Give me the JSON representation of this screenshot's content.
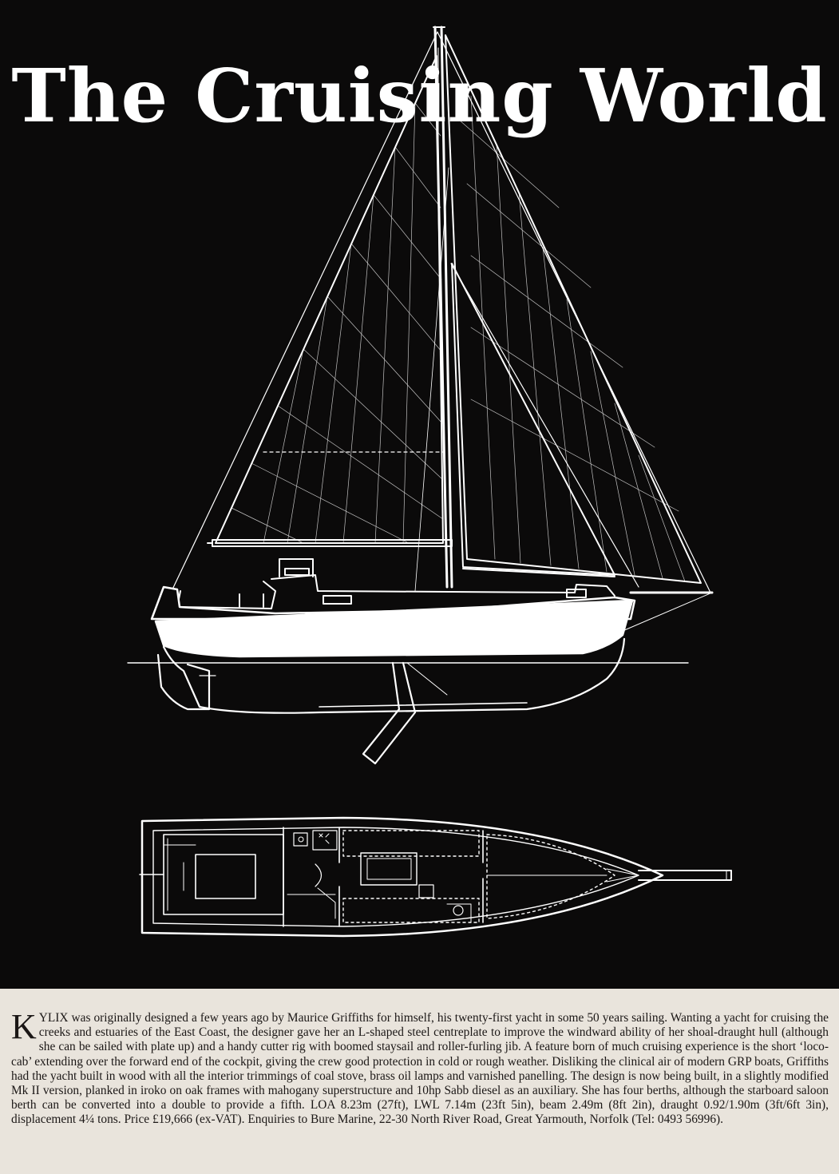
{
  "masthead": {
    "title": "The Cruising World"
  },
  "colors": {
    "background": "#0b0a0a",
    "linework": "#ffffff",
    "paper": "#e9e4dc",
    "text": "#1b1716"
  },
  "illustrations": {
    "profile": "yacht-sail-plan-drawing",
    "plan": "yacht-accommodation-plan-drawing"
  },
  "article": {
    "dropcap": "K",
    "body": "YLIX was originally designed a few years ago by Maurice Griffiths for himself, his twenty-first yacht in some 50 years sailing. Wanting a yacht for cruising the creeks and estuaries of the East Coast, the designer gave her an L-shaped steel centreplate to improve the windward ability of her shoal-draught hull (although she can be sailed with plate up) and a handy cutter rig with boomed staysail and roller-furling jib. A feature born of much cruising experience is the short ‘loco-cab’ extending over the forward end of the cockpit, giving the crew good protection in cold or rough weather. Disliking the clinical air of modern GRP boats, Griffiths had the yacht built in wood with all the interior trimmings of coal stove, brass oil lamps and varnished panelling. The design is now being built, in a slightly modified Mk II version, planked in iroko on oak frames with mahogany superstructure and 10hp Sabb diesel as an auxiliary. She has four berths, although the starboard saloon berth can be converted into a double to provide a fifth. LOA 8.23m (27ft), LWL 7.14m (23ft 5in), beam 2.49m (8ft 2in), draught 0.92/1.90m (3ft/6ft 3in), displacement 4¼ tons. Price £19,666 (ex-VAT). Enquiries to Bure Marine, 22-30 North River Road, Great Yarmouth, Norfolk (Tel: 0493 56996)."
  }
}
